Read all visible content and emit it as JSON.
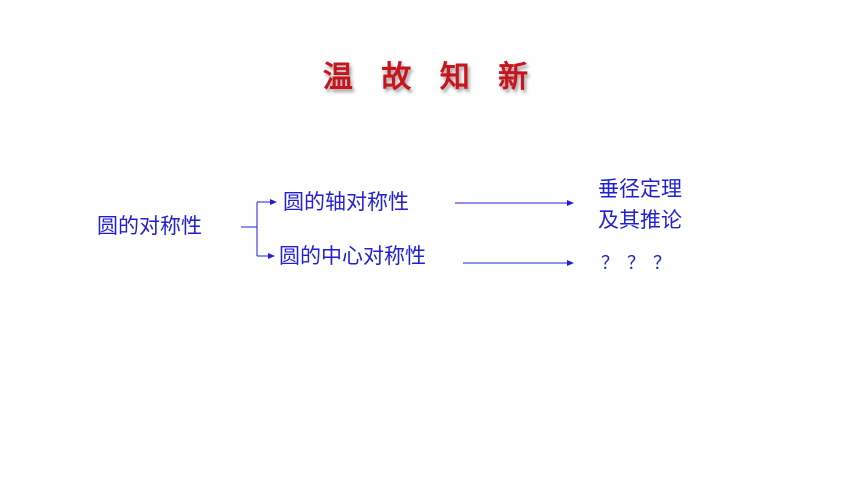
{
  "slide": {
    "title": "温 故 知 新",
    "root_label": "圆的对称性",
    "branches": [
      {
        "label": "圆的轴对称性",
        "result_lines": [
          "垂径定理",
          "及其推论"
        ]
      },
      {
        "label": "圆的中心对称性",
        "result_lines": [
          "？？？"
        ]
      }
    ]
  },
  "colors": {
    "title": "#c8151b",
    "text": "#1f1fd6",
    "connector": "#1f1fd6"
  }
}
